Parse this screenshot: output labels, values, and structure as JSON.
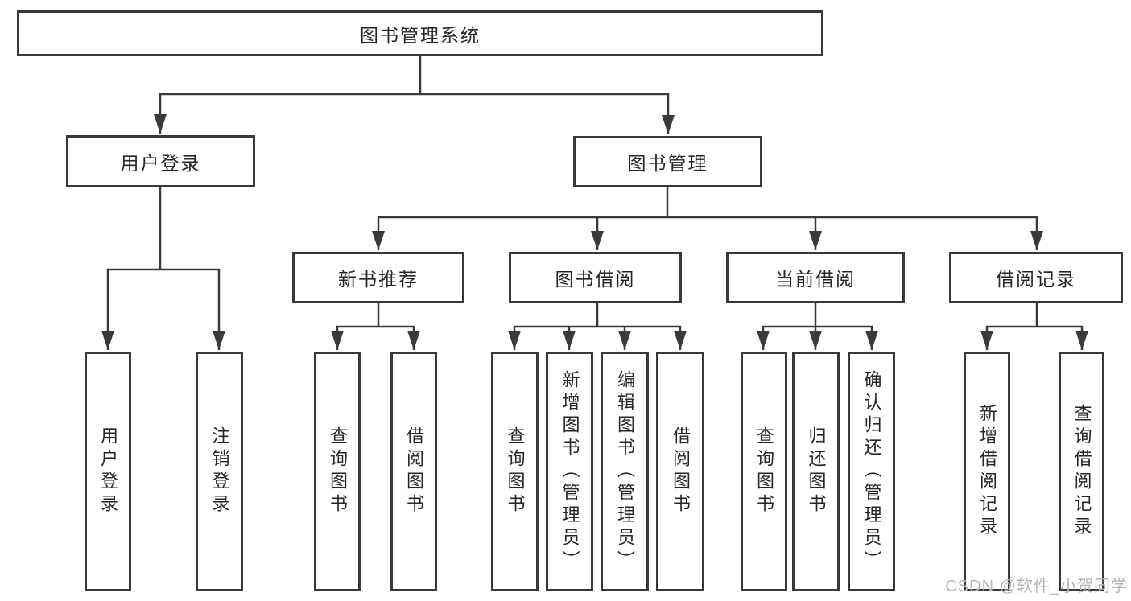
{
  "colors": {
    "background": "#ffffff",
    "box_border": "#383838",
    "connector_line": "#3a3a3a",
    "text": "#262626",
    "watermark_text": "#b5b5b5"
  },
  "nodes": {
    "root": "图书管理系统",
    "login": "用户登录",
    "mgmt": "图书管理",
    "rec": "新书推荐",
    "borrow": "图书借阅",
    "current": "当前借阅",
    "records": "借阅记录",
    "login_user": "用户登录",
    "login_logout": "注销登录",
    "rec_query": "查询图书",
    "rec_borrow": "借阅图书",
    "borrow_query": "查询图书",
    "borrow_add": "新增图书（管理员）",
    "borrow_edit": "编辑图书（管理员）",
    "borrow_lend": "借阅图书",
    "current_query": "查询图书",
    "current_return": "归还图书",
    "current_confirm": "确认归还（管理员）",
    "records_add": "新增借阅记录",
    "records_query": "查询借阅记录"
  },
  "edges": [
    [
      "root",
      "login"
    ],
    [
      "root",
      "mgmt"
    ],
    [
      "login",
      "login_user"
    ],
    [
      "login",
      "login_logout"
    ],
    [
      "mgmt",
      "rec"
    ],
    [
      "mgmt",
      "borrow"
    ],
    [
      "mgmt",
      "current"
    ],
    [
      "mgmt",
      "records"
    ],
    [
      "rec",
      "rec_query"
    ],
    [
      "rec",
      "rec_borrow"
    ],
    [
      "borrow",
      "borrow_query"
    ],
    [
      "borrow",
      "borrow_add"
    ],
    [
      "borrow",
      "borrow_edit"
    ],
    [
      "borrow",
      "borrow_lend"
    ],
    [
      "current",
      "current_query"
    ],
    [
      "current",
      "current_return"
    ],
    [
      "current",
      "current_confirm"
    ],
    [
      "records",
      "records_add"
    ],
    [
      "records",
      "records_query"
    ]
  ],
  "watermark": "CSDN @软件_小贺同学"
}
